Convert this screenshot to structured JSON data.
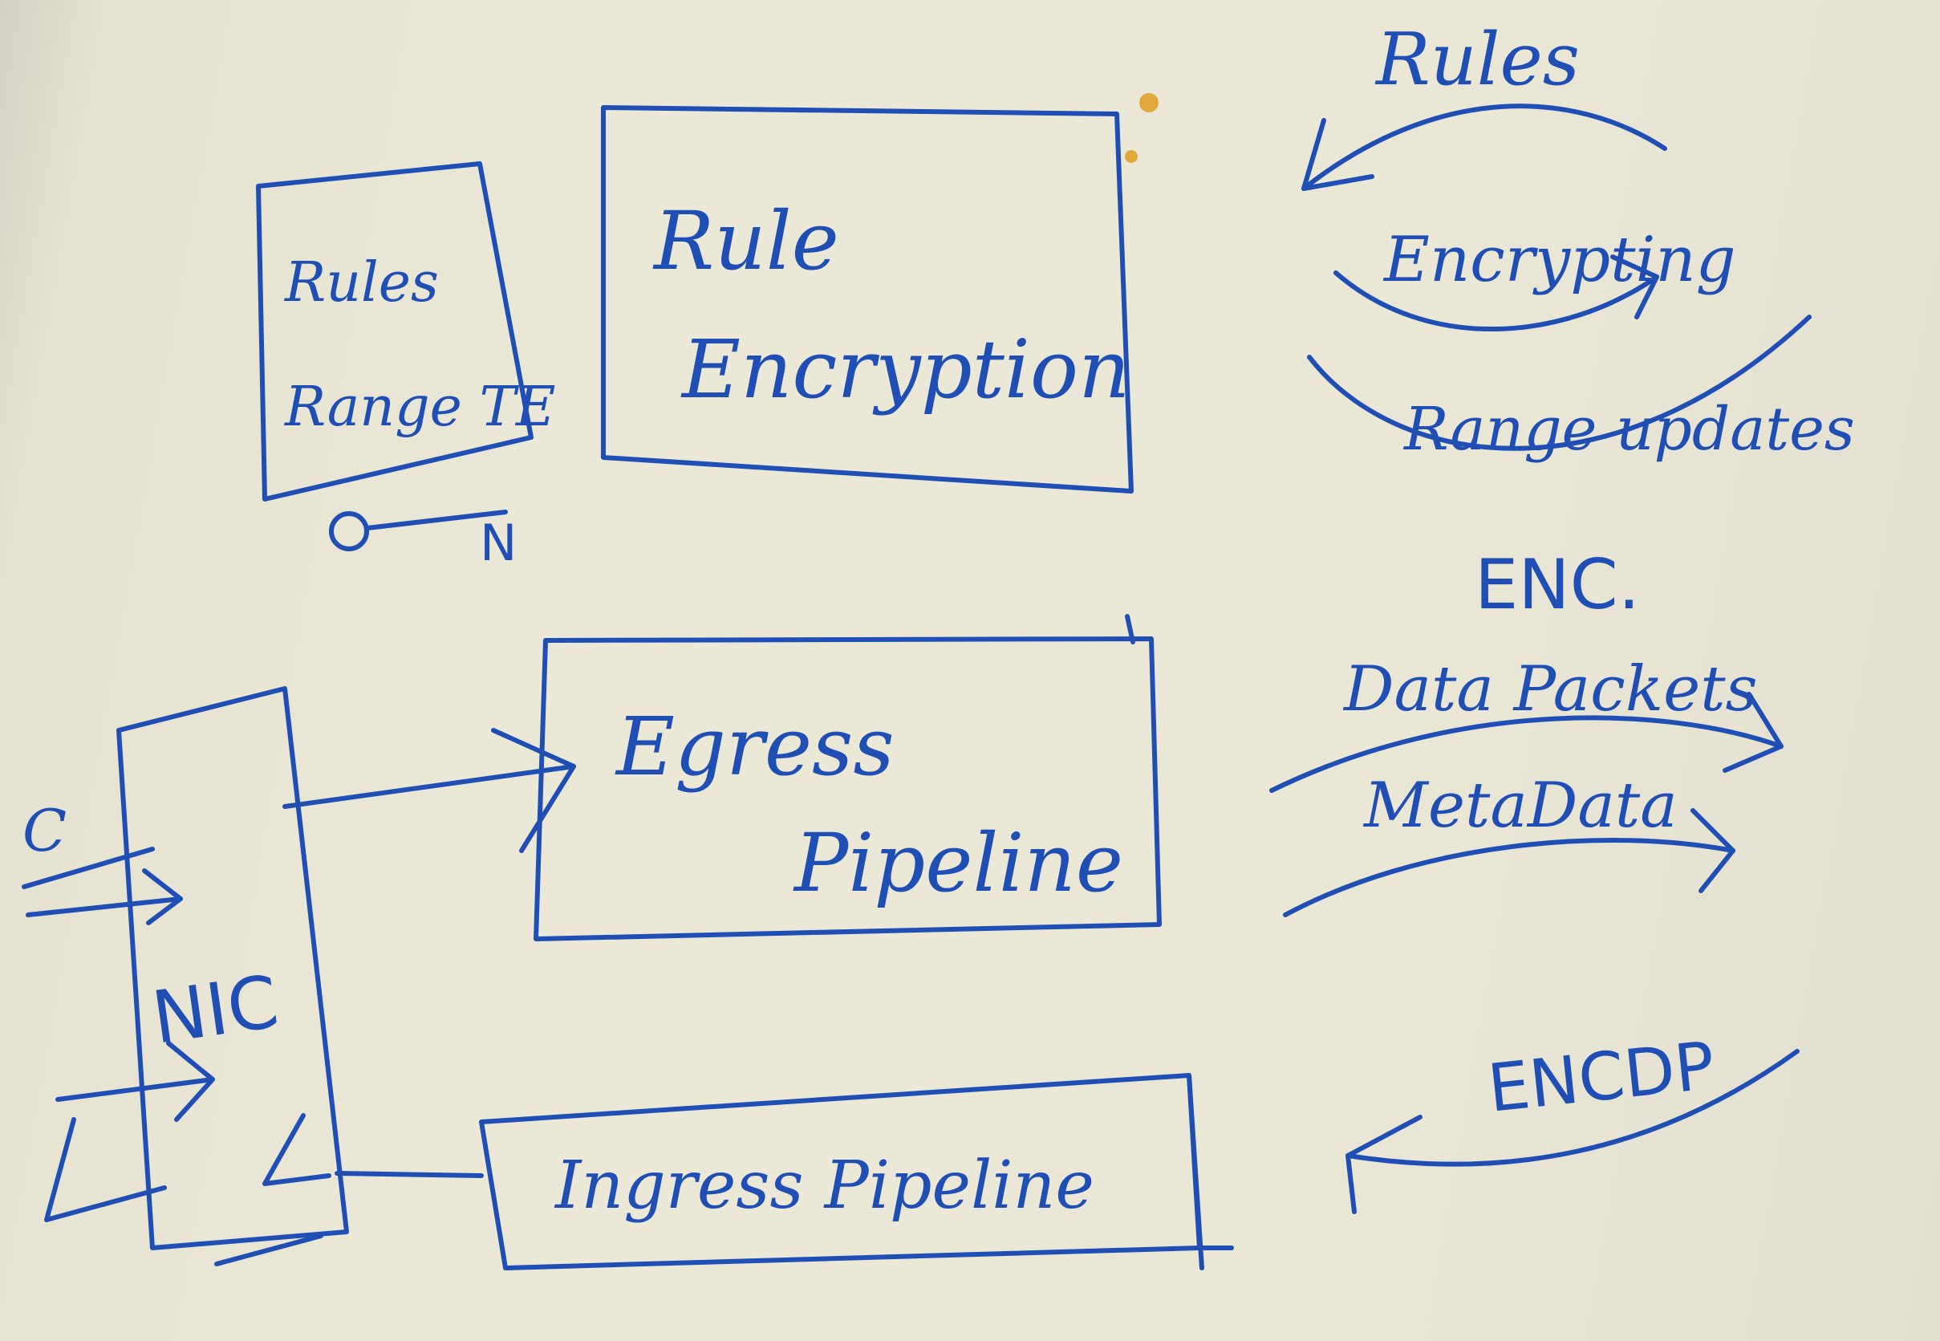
{
  "diagram": {
    "blocks": {
      "rules_range": {
        "line1": "Rules",
        "line2": "Range TE"
      },
      "key_note": "N",
      "rule_encryption": {
        "line1": "Rule",
        "line2": "Encryption"
      },
      "egress_pipeline": {
        "line1": "Egress",
        "line2": "Pipeline"
      },
      "ingress_pipeline": {
        "line1": "Ingress Pipeline"
      },
      "nic": {
        "label": "NIC"
      }
    },
    "arrows": {
      "rules": "Rules",
      "encrypting": "Encrypting",
      "range_updates": "Range updates",
      "enc": "ENC.",
      "data_packets": "Data Packets",
      "metadata": "MetaData",
      "encdp": "ENCDP",
      "nic_in_label": "C"
    },
    "ink_color": "#1f4fb4"
  }
}
